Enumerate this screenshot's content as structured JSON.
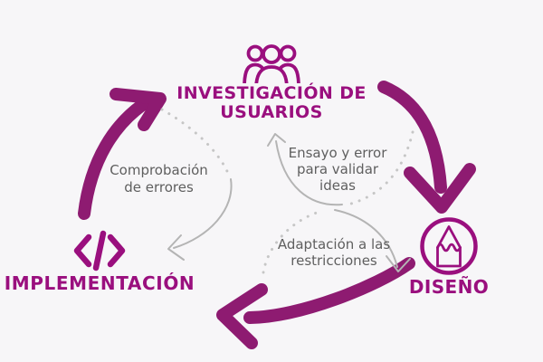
{
  "theme": {
    "bg": "#f7f6f8",
    "accent": "#9a0f7e",
    "arrow": "#8e1b71",
    "thin": "#b4b4b4",
    "dots": "#c6c6c6",
    "label": "#5f5f5f"
  },
  "diagram": {
    "type": "cycle",
    "direction_main": "clockwise",
    "direction_feedback": "counter-clockwise"
  },
  "nodes": {
    "research": {
      "icon": "users-group-icon",
      "line1": "INVESTIGACIÓN DE",
      "line2": "USUARIOS"
    },
    "design": {
      "icon": "pencil-circle-icon",
      "label": "DISEÑO"
    },
    "implementation": {
      "icon": "code-icon",
      "label": "IMPLEMENTACIÓN"
    }
  },
  "annotations": {
    "trial_error": {
      "line1": "Ensayo y error",
      "line2": "para validar",
      "line3": "ideas"
    },
    "error_check": {
      "line1": "Comprobación",
      "line2": "de errores"
    },
    "constraints": {
      "line1": "Adaptación a las",
      "line2": "restricciones"
    }
  }
}
